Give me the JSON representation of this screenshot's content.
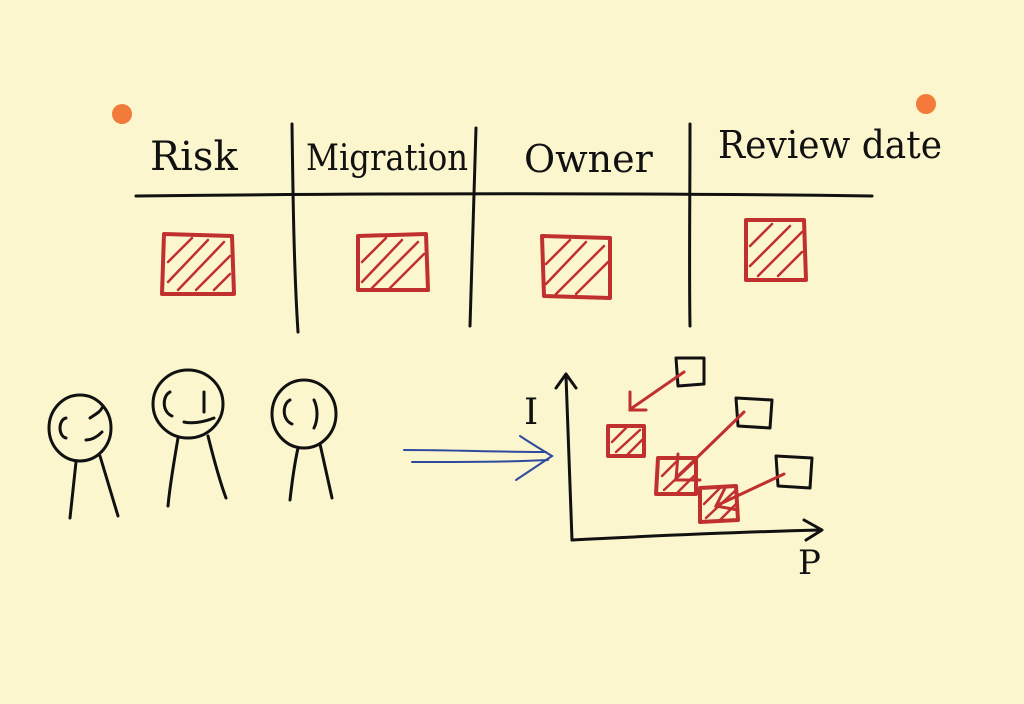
{
  "colors": {
    "background": "#fcf6cf",
    "frame": "#f7a264",
    "frame_dot": "#f27a3a",
    "risk_red": "#c0302e",
    "ink": "#111111",
    "arrow_blue": "#2e4a9e"
  },
  "table": {
    "headers": [
      "Risk",
      "Migration",
      "Owner",
      "Review date"
    ]
  },
  "chart": {
    "y_axis_label": "I",
    "x_axis_label": "P"
  },
  "icons": {
    "people": "stick-figure-icon",
    "flow": "double-arrow-icon",
    "risk_marker": "hatched-square-icon"
  }
}
